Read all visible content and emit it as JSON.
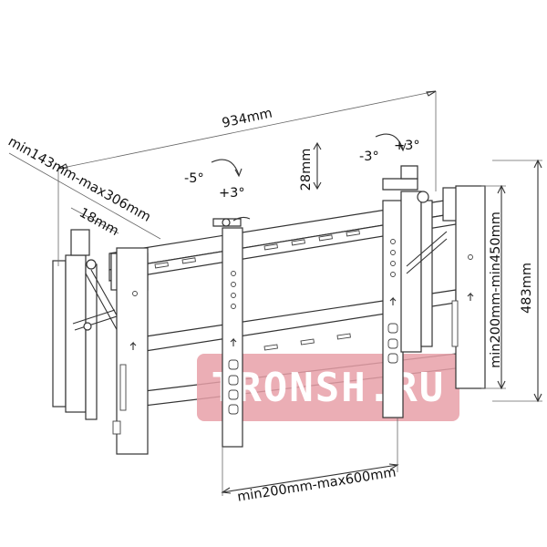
{
  "diagram": {
    "dimensions": {
      "width_total": "934mm",
      "depth_range": "min143mm-max306mm",
      "depth_step": "18mm",
      "lift": "28mm",
      "tilt_left_neg": "-5°",
      "tilt_left_pos": "+3°",
      "tilt_right_neg": "-3°",
      "tilt_right_pos": "+3°",
      "vertical_range": "min200mm-min450mm",
      "height_total": "483mm",
      "horizontal_range": "min200mm-max600mm"
    },
    "watermark": {
      "text": "TRONSH.RU",
      "color": "#e8a0a8"
    }
  }
}
